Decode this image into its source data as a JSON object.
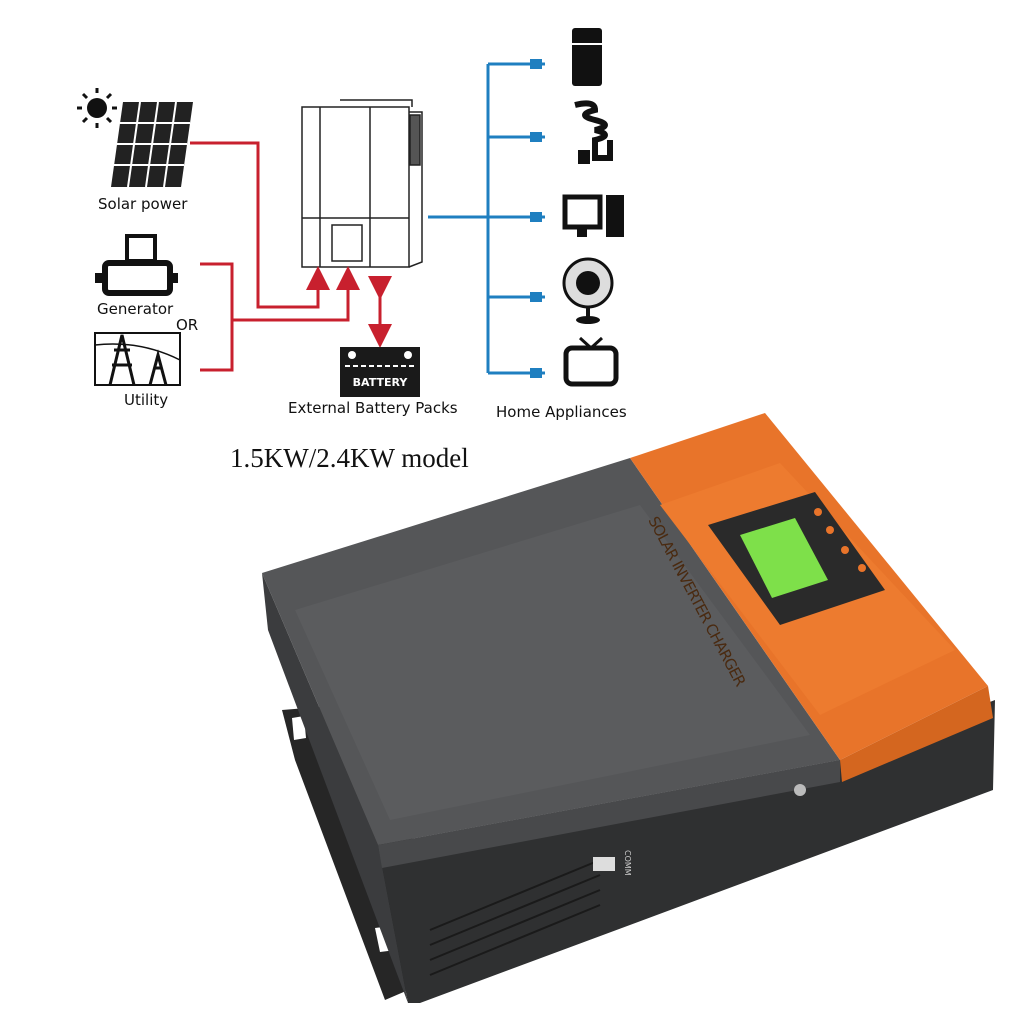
{
  "diagram": {
    "sources": {
      "solar": "Solar power",
      "generator": "Generator",
      "or": "OR",
      "utility": "Utility"
    },
    "battery": {
      "label": "External Battery Packs",
      "badge": "BATTERY"
    },
    "loads": {
      "label": "Home Appliances",
      "icons": [
        "refrigerator-icon",
        "bulb-icon",
        "computer-icon",
        "fan-icon",
        "tv-icon"
      ]
    },
    "colors": {
      "input_line": "#c8202e",
      "output_line": "#1f7fc0"
    }
  },
  "product": {
    "model": "1.5KW/2.4KW model",
    "side_text": "SOLAR INVERTER CHARGER",
    "port_label": "COMM",
    "colors": {
      "body": "#545557",
      "accent": "#e8742a",
      "screen": "#7ee04a"
    }
  }
}
